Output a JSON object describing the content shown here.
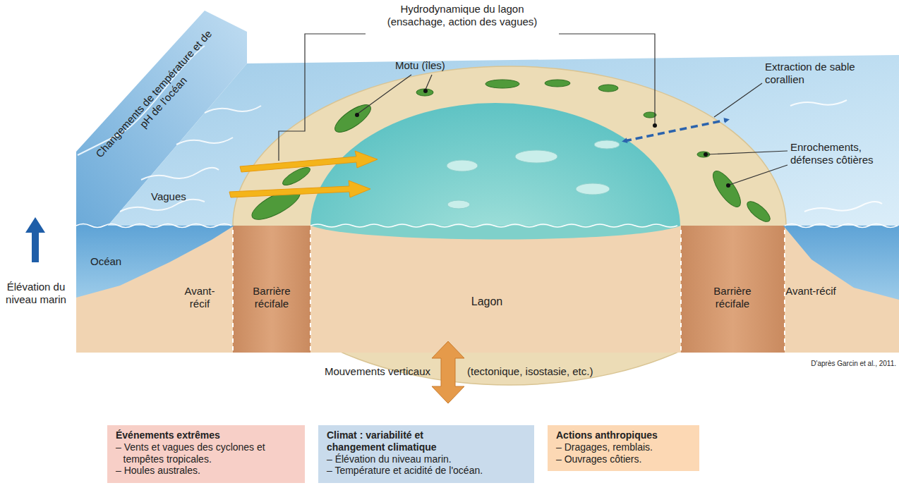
{
  "diagram": {
    "nodes": [
      {
        "text": [
          "Événements extrêmes",
          "– Vents et vagues des cyclones et tempêtes tropicales.",
          "– Houles australes."
        ]
      },
      {
        "text": [
          "Climat : variabilité et changement climatique",
          "– Élévation du niveau marin.",
          "– Température et acidité de l'océan."
        ]
      },
      {
        "text": [
          "Actions anthropiques",
          "– Dragages, remblais.",
          "– Ouvrages côtiers."
        ]
      }
    ],
    "labels": [
      "Hydrodynamique du lagon (ensachage, action des vagues)",
      "Changements de température et de pH de l'océan",
      "Motu (îles)",
      "Extraction de sable corallien",
      "Enrochements, défenses côtières",
      "Vagues",
      "Océan",
      "Élévation du niveau marin",
      "Avant-récif",
      "Barrière récifale",
      "Lagon",
      "Barrière récifale",
      "Avant-récif",
      "Mouvements verticaux",
      "(tectonique, isostasie, etc.)",
      "D'après Garcin et al., 2011."
    ]
  }
}
